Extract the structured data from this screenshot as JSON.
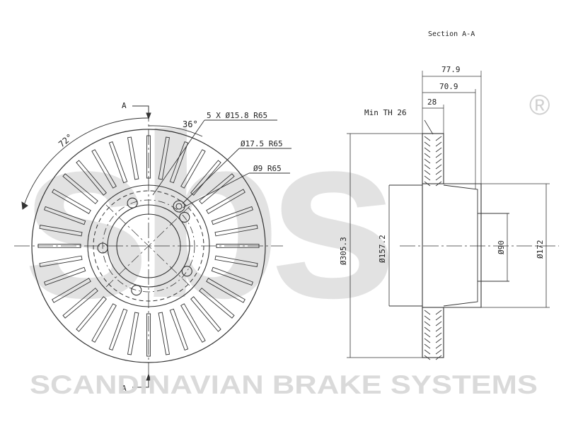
{
  "watermark": {
    "logo_text": "sbs",
    "registered_mark": "®",
    "company_text": "SCANDINAVIAN BRAKE SYSTEMS"
  },
  "front_view": {
    "section_marker_top": "A",
    "section_marker_bottom": "A",
    "angle_72": "72°",
    "angle_36": "36°",
    "bolt_holes": "5 X Ø15.8 R65",
    "hole_17_5": "Ø17.5 R65",
    "hole_9": "Ø9 R65"
  },
  "section_view": {
    "title": "Section A-A",
    "min_thickness": "Min TH 26",
    "dim_77_9": "77.9",
    "dim_70_9": "70.9",
    "dim_28": "28",
    "dia_305_3": "Ø305.3",
    "dia_157_2": "Ø157.2",
    "dia_90": "Ø90",
    "dia_172": "Ø172"
  },
  "colors": {
    "line": "#333333",
    "watermark": "#d9d9d9"
  }
}
